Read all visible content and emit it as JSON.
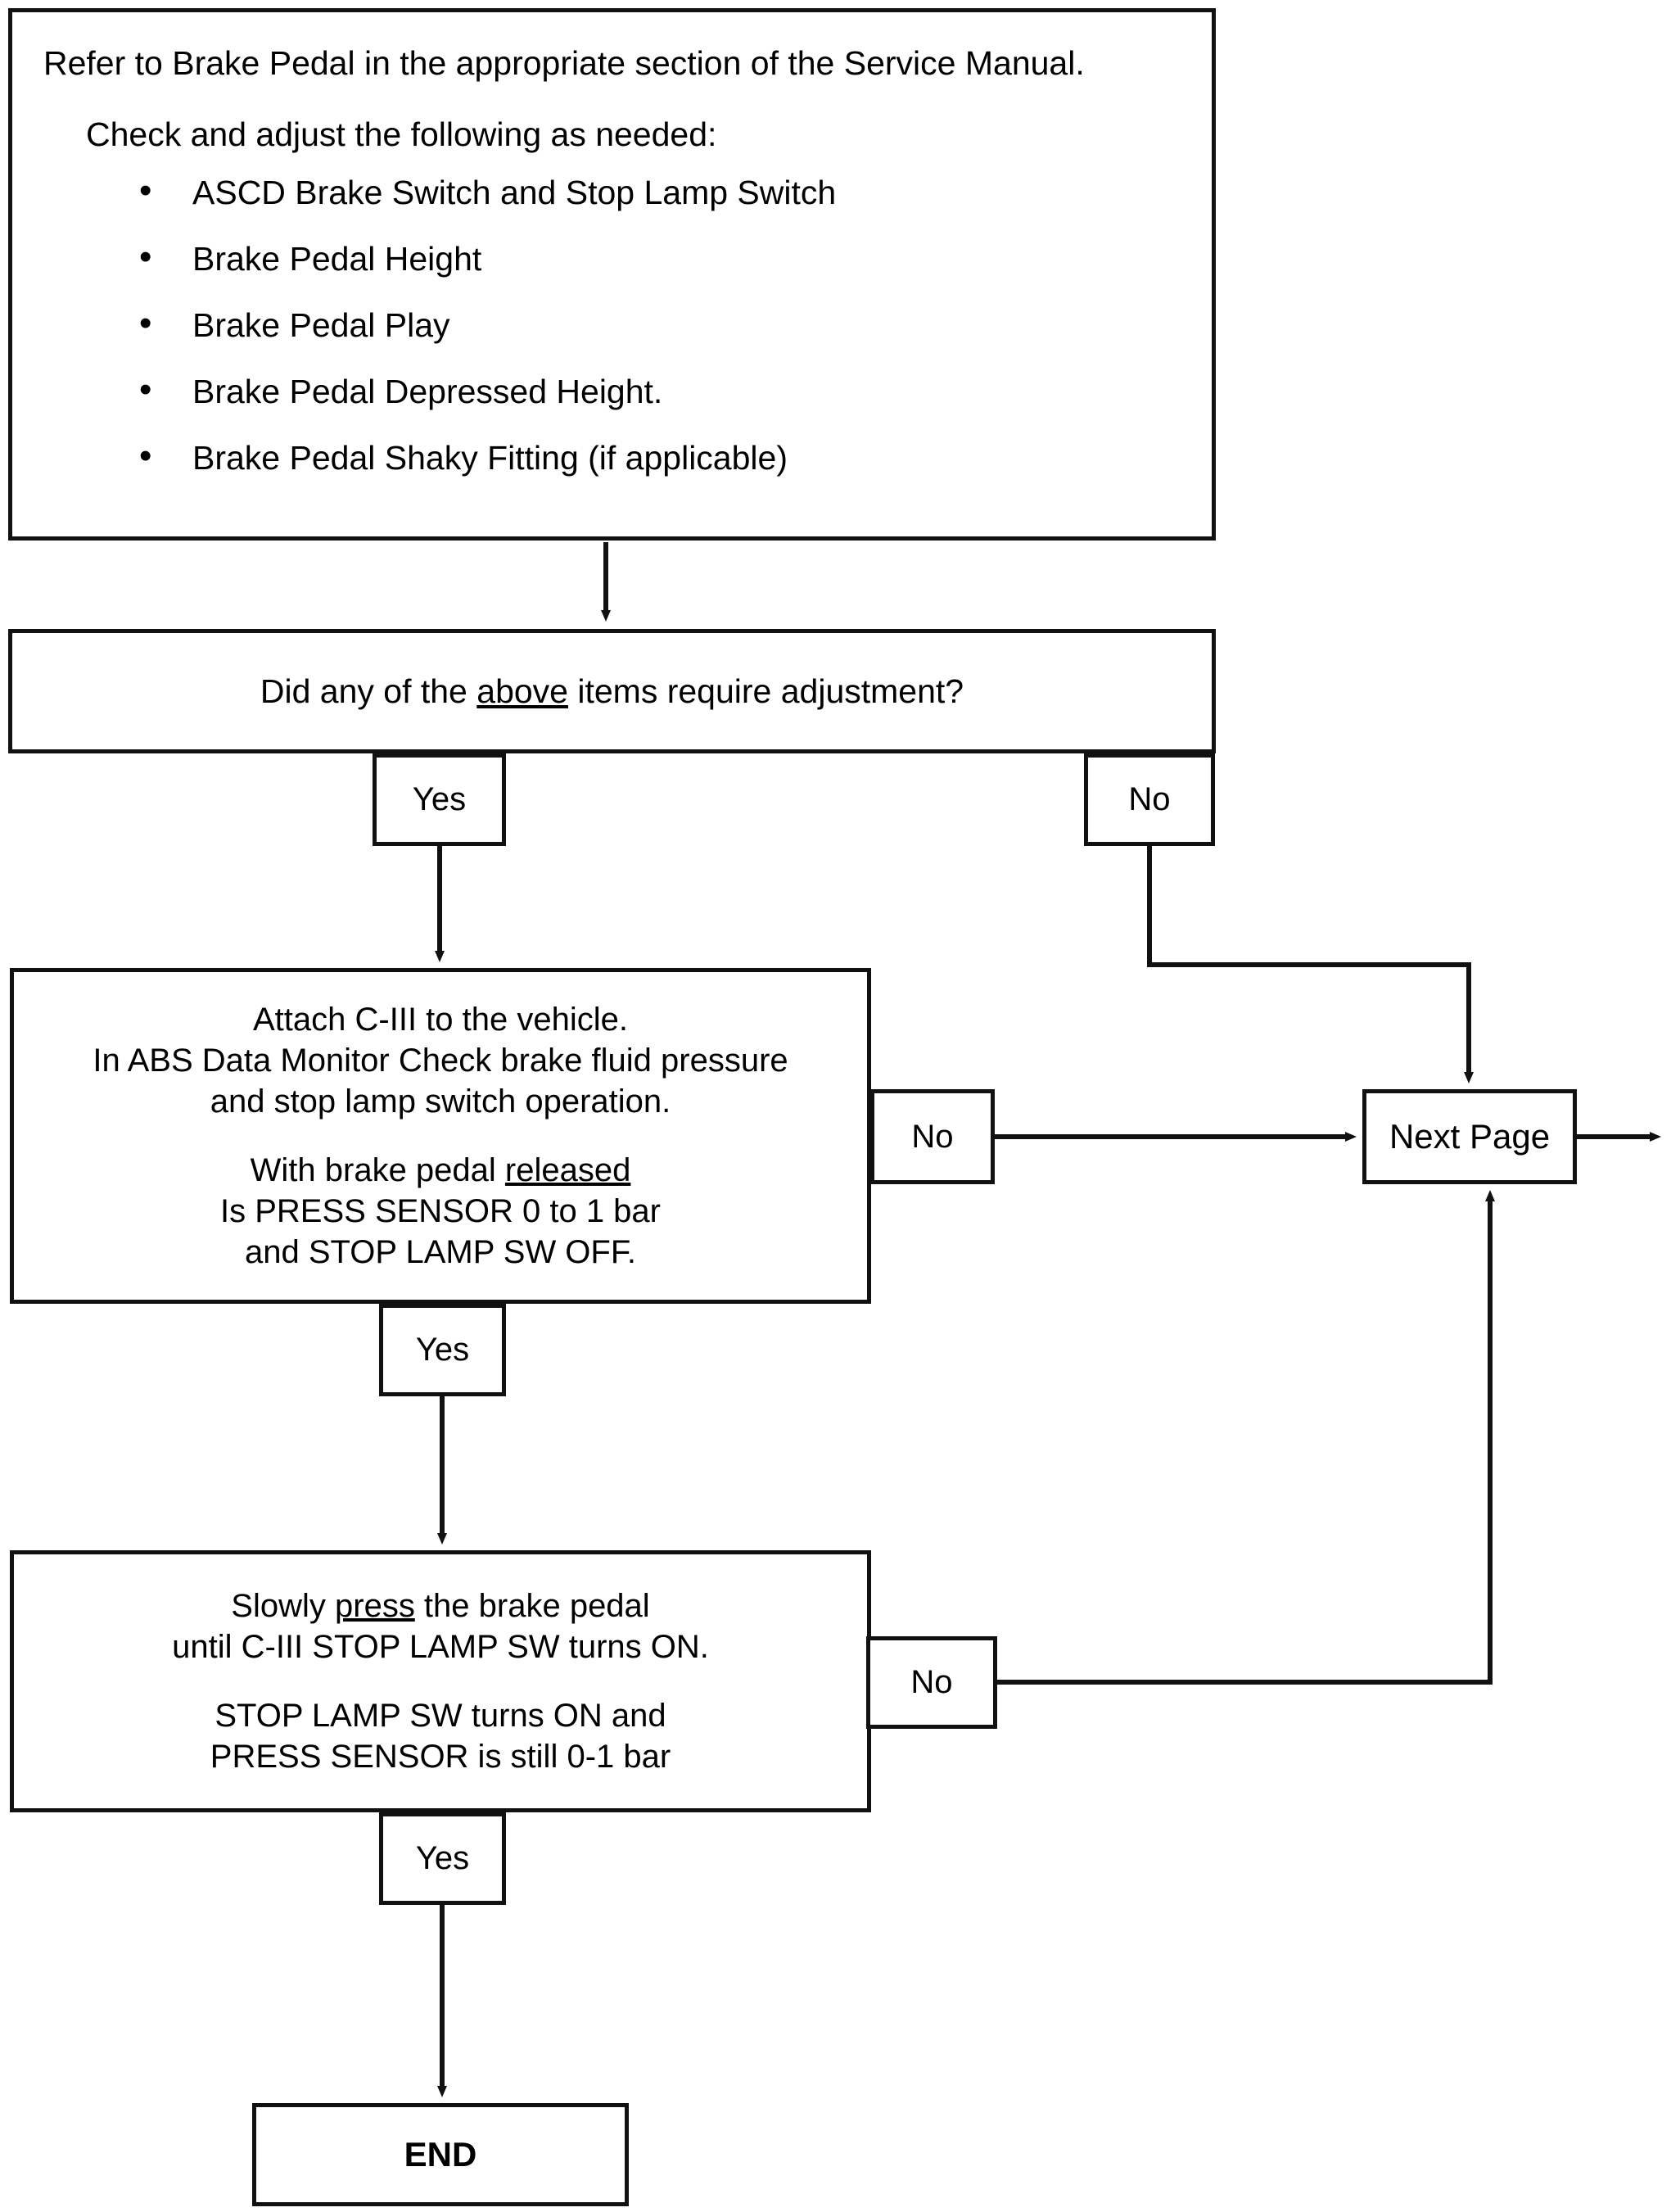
{
  "diagram": {
    "title": "Brake Pedal Check and Adjustment Flowchart",
    "line_color": "#111111",
    "background": "#ffffff"
  },
  "box_intro": {
    "line1": "Refer to Brake Pedal in the appropriate section of the Service Manual.",
    "line2": "Check and adjust the following as needed:",
    "bullets": [
      "ASCD Brake Switch and Stop Lamp Switch",
      "Brake Pedal Height",
      "Brake Pedal Play",
      "Brake Pedal Depressed Height.",
      "Brake Pedal Shaky Fitting (if applicable)"
    ]
  },
  "box_question": {
    "prefix": "Did any of the ",
    "underlined": "above",
    "suffix": " items require adjustment?"
  },
  "box_attach": {
    "line1": "Attach C-III to the vehicle.",
    "line2": "In ABS Data Monitor Check brake fluid pressure",
    "line3": "and stop lamp switch operation.",
    "line4_prefix": "With brake pedal ",
    "line4_underlined": "released",
    "line5": "Is PRESS SENSOR 0 to 1 bar",
    "line6": "and STOP LAMP SW OFF."
  },
  "box_press": {
    "line1_prefix": "Slowly ",
    "line1_underlined": "press",
    "line1_suffix": " the brake pedal",
    "line2": "until C-III STOP LAMP SW turns ON.",
    "line3": "STOP LAMP SW turns ON and",
    "line4": "PRESS SENSOR is still 0-1 bar"
  },
  "box_next_page": {
    "label": "Next Page"
  },
  "box_end": {
    "label": "END"
  },
  "branch_labels": {
    "yes_1": "Yes",
    "no_1": "No",
    "yes_2": "Yes",
    "no_2": "No",
    "no_3": "No",
    "yes_3": "Yes"
  }
}
